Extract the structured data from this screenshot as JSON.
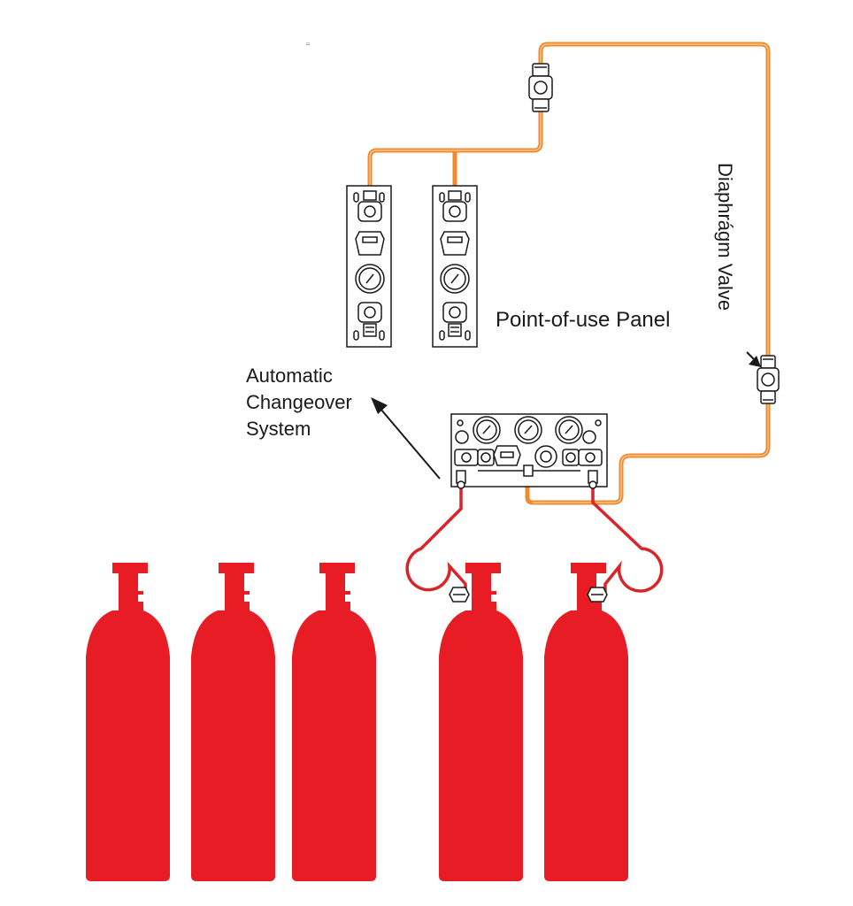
{
  "labels": {
    "point_of_use_panel": "Point-of-use Panel",
    "automatic_changeover_line1": "Automatic",
    "automatic_changeover_line2": "Changeover",
    "automatic_changeover_line3": "System",
    "diaphragm_valve": "Diaphrágm Valve",
    "corner_mark": "="
  },
  "colors": {
    "cylinder_red": "#e81c24",
    "orange_line": "#f08a2c",
    "red_line": "#d9252a",
    "outline": "#1a1a1a",
    "panel_fill": "#ffffff"
  },
  "components": {
    "cylinders_count": 5,
    "point_of_use_panels": 2
  }
}
